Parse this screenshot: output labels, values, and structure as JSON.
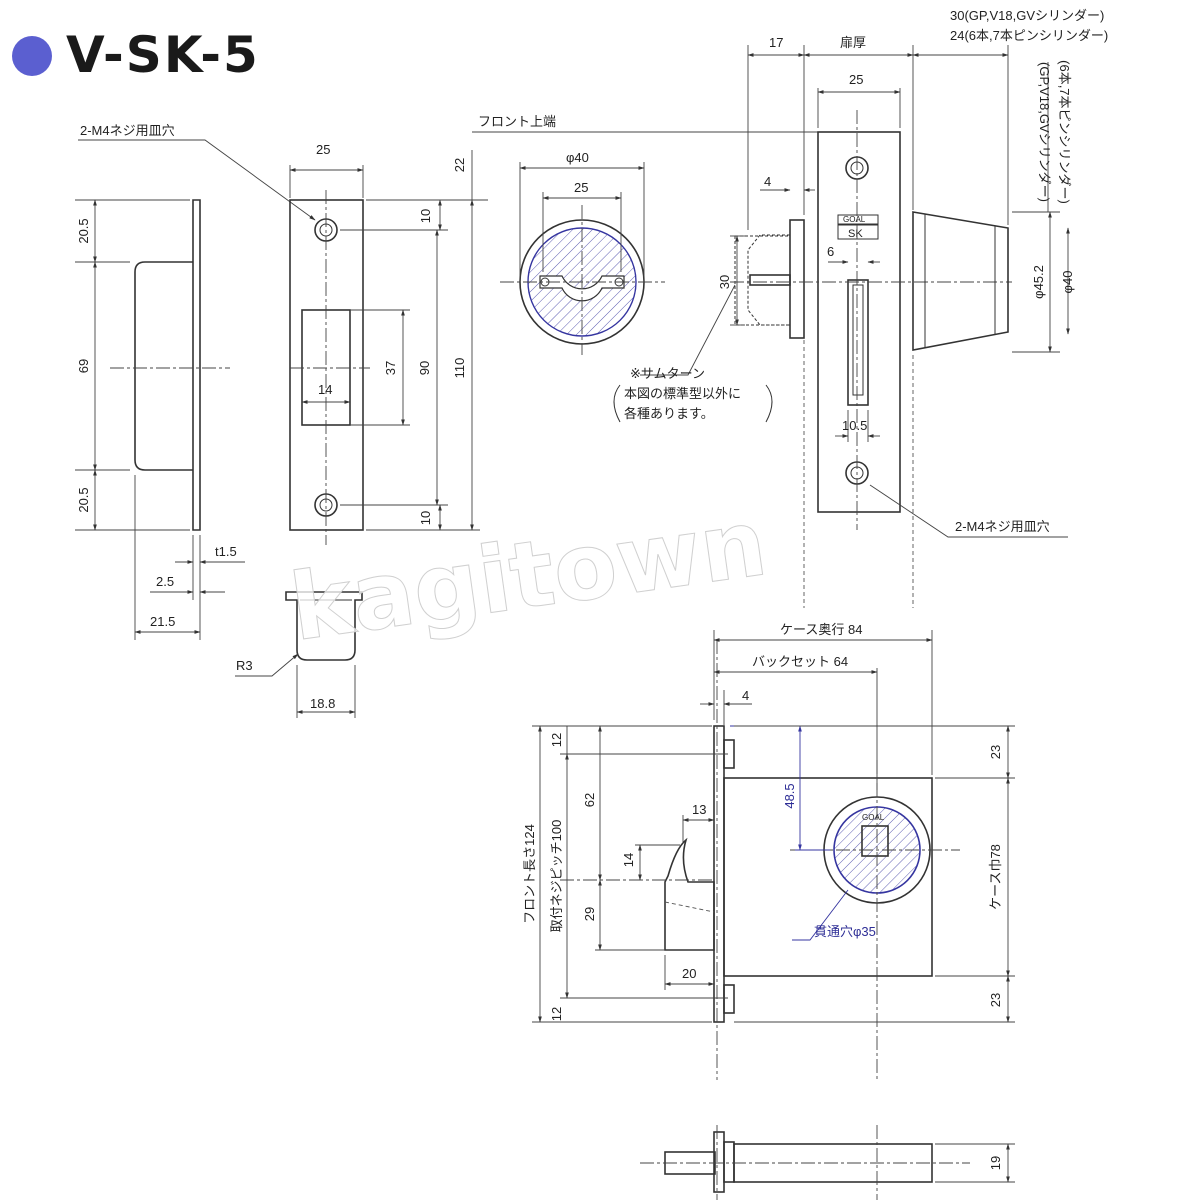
{
  "model": "V-SK-5",
  "notes": {
    "screw_hole": "2-M4ネジ用皿穴",
    "front_top": "フロント上端",
    "door_thickness": "扉厚",
    "cyl30": "30(GP,V18,GVシリンダー)",
    "cyl24": "24(6本,7本ピンシリンダー)",
    "cyl_v1": "(GP,V18,GVシリンダー)",
    "cyl_v2": "(6本,7本ピンシリンダー)",
    "thumbturn_1": "※サムターン",
    "thumbturn_2": "本図の標準型以外に",
    "thumbturn_3": "各種あります。",
    "case_depth": "ケース奥行 84",
    "backset": "バックセット 64",
    "front_length": "フロント長さ124",
    "mount_pitch": "取付ネジピッチ100",
    "case_width": "ケース巾78",
    "through_hole": "貫通穴φ35",
    "brand": "GOAL",
    "brand_sk": "SK"
  },
  "dims": {
    "d20_5a": "20.5",
    "d69": "69",
    "d20_5b": "20.5",
    "t1_5": "t1.5",
    "d2_5": "2.5",
    "d21_5": "21.5",
    "d25a": "25",
    "d10a": "10",
    "d37": "37",
    "d90": "90",
    "d110": "110",
    "d10b": "10",
    "d14a": "14",
    "d22": "22",
    "r3": "R3",
    "d18_8": "18.8",
    "phi40a": "φ40",
    "d25b": "25",
    "d17": "17",
    "d25c": "25",
    "d4a": "4",
    "d30": "30",
    "d6": "6",
    "d10_5": "10.5",
    "phi45_2": "φ45.2",
    "phi40b": "φ40",
    "d4b": "4",
    "d12a": "12",
    "d62": "62",
    "d48_5": "48.5",
    "d13": "13",
    "d14b": "14",
    "d29": "29",
    "d20": "20",
    "d12b": "12",
    "d23a": "23",
    "d23b": "23",
    "d19": "19"
  },
  "watermark": "kagitown",
  "colors": {
    "accent": "#5b5fd0",
    "line": "#333333",
    "hatch_blue": "#3535a0"
  }
}
